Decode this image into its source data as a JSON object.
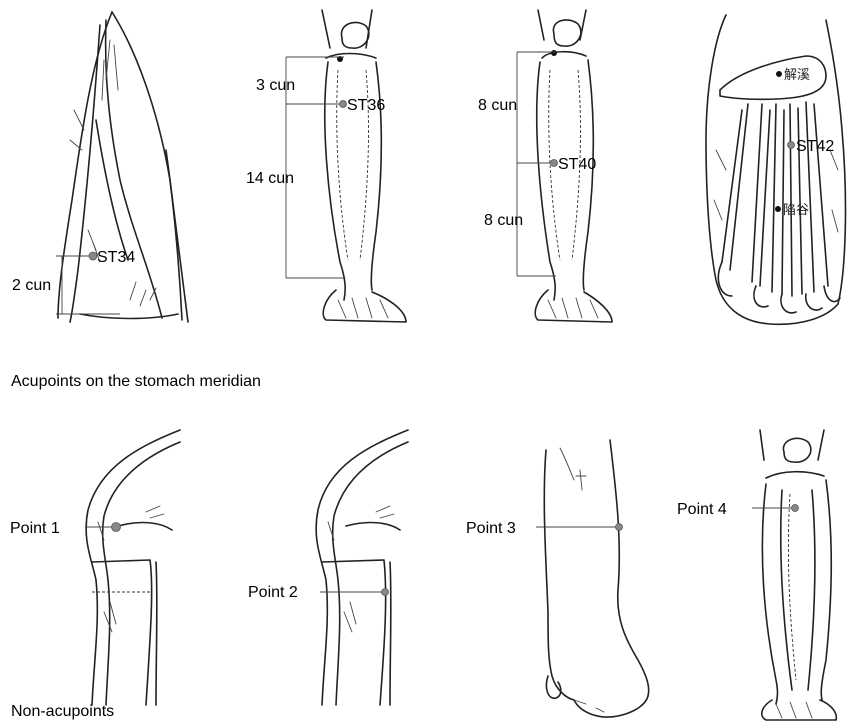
{
  "stomach_meridian": {
    "caption": "Acupoints on the stomach meridian",
    "labels": {
      "st34": "ST34",
      "st34_distance": "2 cun",
      "st36": "ST36",
      "st36_upper_distance": "3 cun",
      "st36_lower_distance": "14 cun",
      "st40": "ST40",
      "st40_upper_distance": "8 cun",
      "st40_lower_distance": "8 cun",
      "st42": "ST42",
      "jiexi": "解溪",
      "xiangu": "陷谷"
    }
  },
  "non_acupoints": {
    "caption": "Non-acupoints",
    "labels": {
      "point1": "Point 1",
      "point2": "Point 2",
      "point3": "Point 3",
      "point4": "Point 4"
    }
  }
}
